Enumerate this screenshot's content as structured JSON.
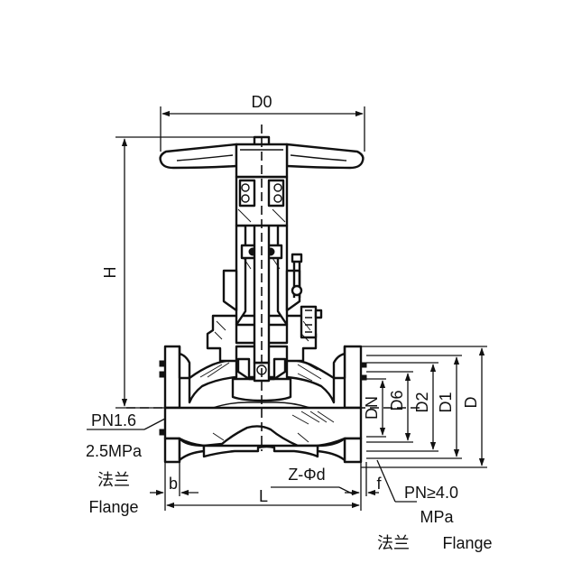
{
  "dimensions": {
    "d0": "D0",
    "h": "H",
    "dn": "DN",
    "d6": "D6",
    "d2": "D2",
    "d1": "D1",
    "d": "D",
    "b": "b",
    "l": "L",
    "f": "f",
    "z_phi_d": "Z-Φd"
  },
  "notes": {
    "left_pressure_line1": "PN1.6",
    "left_pressure_line2": "2.5MPa",
    "left_flange_cn": "法兰",
    "left_flange_en": "Flange",
    "right_pressure_line1": "PN≥4.0",
    "right_pressure_line2": "MPa",
    "right_flange_cn": "法兰",
    "right_flange_en": "Flange"
  }
}
